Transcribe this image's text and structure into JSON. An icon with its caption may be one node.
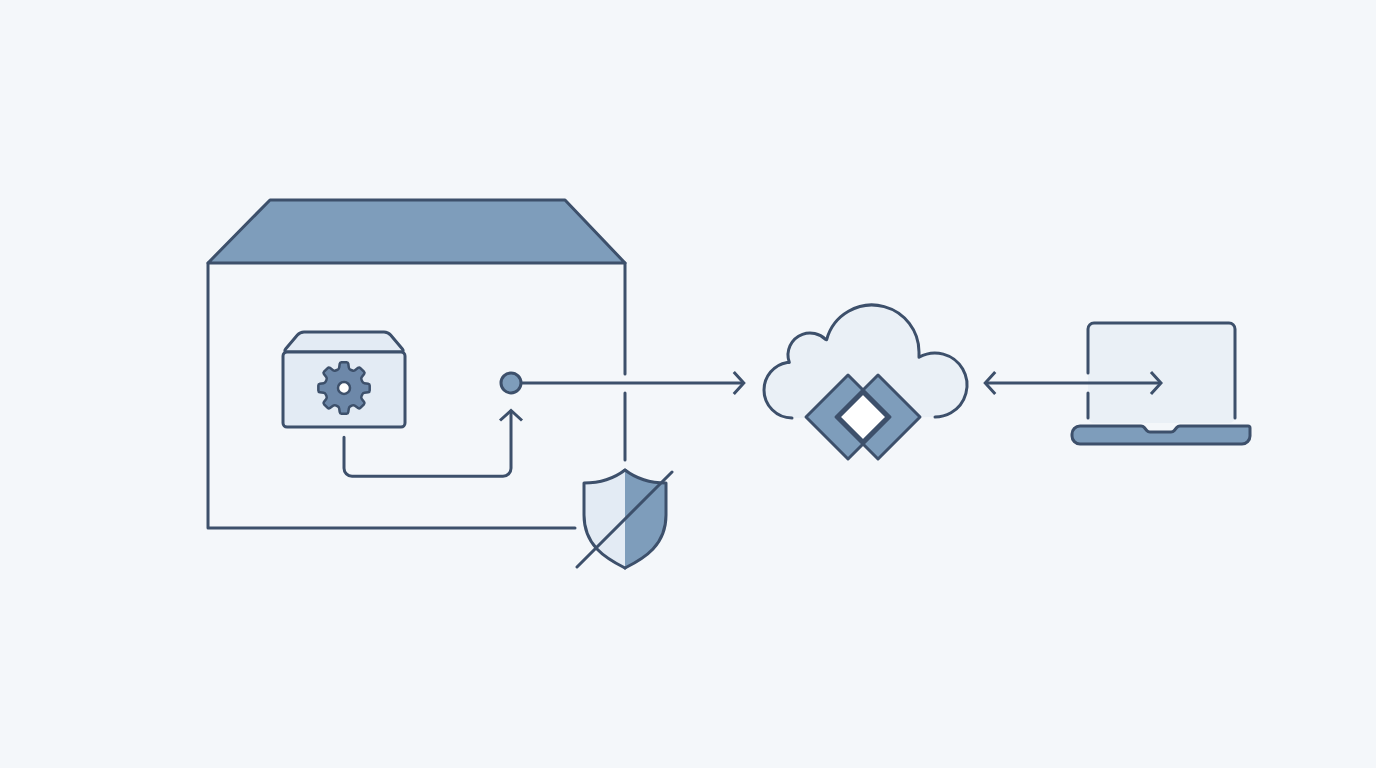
{
  "diagram": {
    "nodes": [
      {
        "text": [],
        "shape": "box"
      },
      {
        "text": [],
        "shape": "box",
        "in": 0
      },
      {
        "text": [],
        "shape": "circle",
        "in": 0
      },
      {
        "text": [],
        "shape": "cloud"
      },
      {
        "text": [],
        "shape": "picture"
      }
    ],
    "edges": [
      {
        "from": 1,
        "to": 2,
        "arrow": "to"
      },
      {
        "from": 2,
        "to": 3,
        "arrow": "to"
      },
      {
        "from": 3,
        "to": 4,
        "arrow": "both"
      }
    ]
  }
}
